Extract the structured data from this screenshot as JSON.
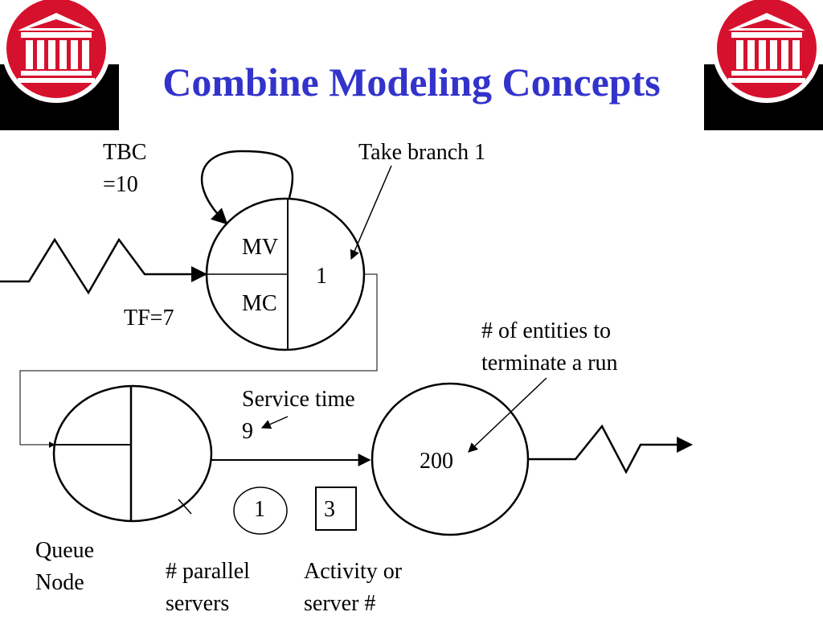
{
  "title": "Combine Modeling Concepts",
  "colors": {
    "title": "#3333cc",
    "logo_red": "#d6112e",
    "ink": "#000000"
  },
  "icons": {
    "logo": "university-building-icon"
  },
  "labels": {
    "tbc_line1": "TBC",
    "tbc_line2": "=10",
    "take_branch": "Take branch 1",
    "mv": "MV",
    "mc": "MC",
    "branch_count": "1",
    "tf": "TF=7",
    "entities_line1": "# of entities to",
    "entities_line2": "terminate a run",
    "service_line1": "Service time",
    "service_line2": "9",
    "terminate_count": "200",
    "parallel_value": "1",
    "server_value": "3",
    "queue_line1": "Queue",
    "queue_line2": "Node",
    "parallel_line1": "# parallel",
    "parallel_line2": "servers",
    "activity_line1": "Activity or",
    "activity_line2": "server #"
  }
}
